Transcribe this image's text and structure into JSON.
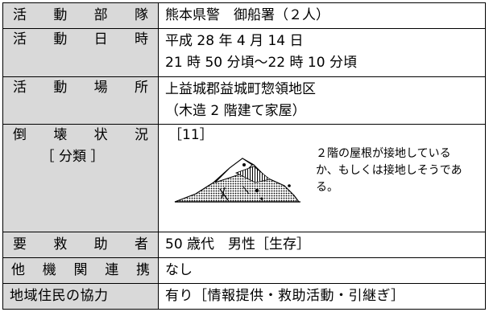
{
  "rows": {
    "unit": {
      "label_chars": [
        "活",
        "動",
        "部",
        "隊"
      ],
      "value": "熊本県警　御船署（２人）"
    },
    "datetime": {
      "label_chars": [
        "活",
        "動",
        "日",
        "時"
      ],
      "value_line1": "平成 28 年 4 月 14 日",
      "value_line2": "21 時 50 分頃～22 時 10 分頃"
    },
    "location": {
      "label_chars": [
        "活",
        "動",
        "場",
        "所"
      ],
      "value_line1": "上益城郡益城町惣領地区",
      "value_line2": "（木造 2 階建て家屋）"
    },
    "damage": {
      "label_chars": [
        "倒",
        "壊",
        "状",
        "況"
      ],
      "label_sub": "［ 分類 ］",
      "classification": "［11］",
      "note": "２階の屋根が接地しているか、もしくは接地しそうである。",
      "illustration": "collapsed-house-icon"
    },
    "rescued": {
      "label_chars": [
        "要",
        "救",
        "助",
        "者"
      ],
      "value": "50 歳代　男性［生存］"
    },
    "agencies": {
      "label_chars": [
        "他",
        "機",
        "関",
        "連",
        "携"
      ],
      "value": "なし"
    },
    "residents": {
      "label": "地域住民の協力",
      "value": "有り［情報提供・救助活動・引継ぎ］"
    }
  },
  "colors": {
    "label_background": "#d9d9d9",
    "border": "#000000"
  }
}
